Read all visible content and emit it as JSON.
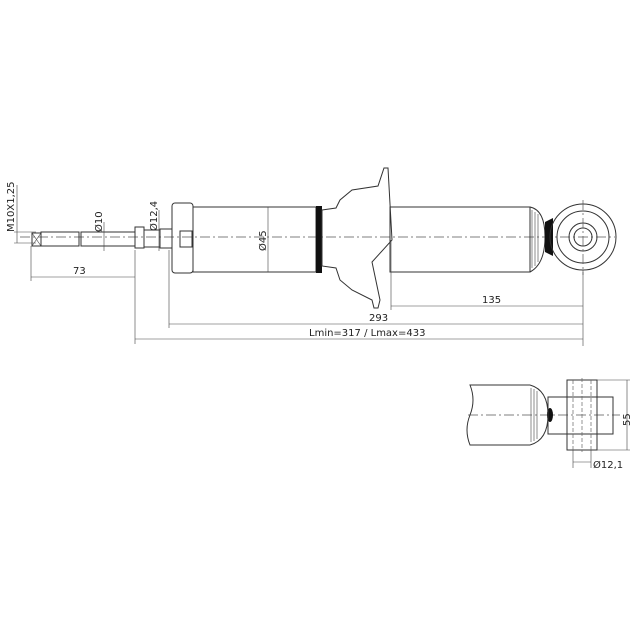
{
  "dimensions": {
    "thread": "M10X1,25",
    "rod_diameter": "Ø10",
    "collar_diameter": "Ø12,4",
    "body_diameter": "Ø45",
    "stud_length": "73",
    "bracket_to_eye": "135",
    "mount_to_eye": "293",
    "length_range": "Lmin=317 / Lmax=433",
    "eye_width": "55",
    "eye_bore": "Ø12,1"
  },
  "colors": {
    "line": "#333333",
    "fill": "#111111"
  }
}
